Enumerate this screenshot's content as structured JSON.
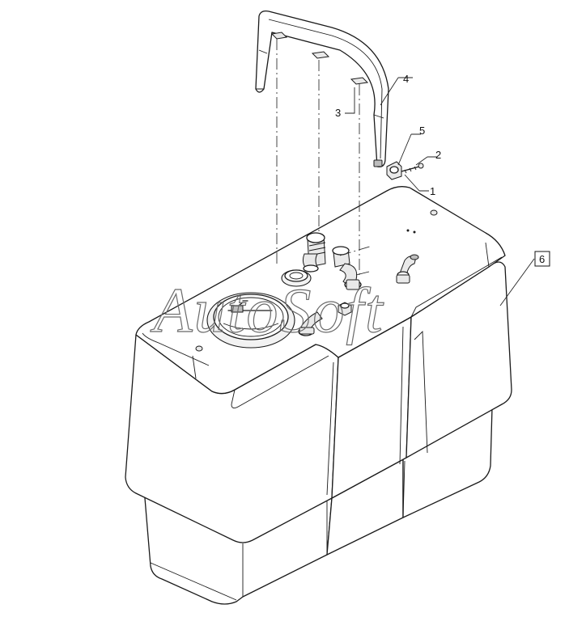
{
  "callouts": [
    {
      "label": "1"
    },
    {
      "label": "2"
    },
    {
      "label": "3"
    },
    {
      "label": "4"
    },
    {
      "label": "5"
    },
    {
      "label": "6"
    }
  ],
  "watermark": {
    "text": "AutoSoft"
  }
}
